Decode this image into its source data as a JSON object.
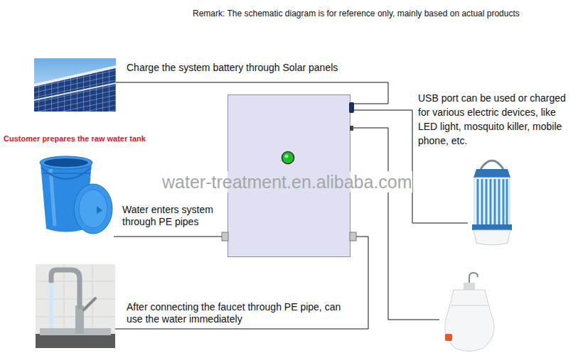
{
  "diagram": {
    "nodes": [
      {
        "text": [
          "Charge the system battery through Solar panels"
        ]
      },
      {
        "text": [
          "Customer prepares the raw water tank",
          "Water enters system through PE pipes"
        ]
      },
      {
        "text": [
          "After connecting the faucet through PE pipe, can use the water immediately"
        ]
      },
      {
        "text": []
      },
      {
        "text": [
          "USB port can be used or charged for various electric devices, like LED light, mosquito killer, mobile phone, etc."
        ]
      },
      {
        "text": []
      }
    ],
    "edges": [
      {
        "from": 0,
        "to": 3,
        "arrow": "none"
      },
      {
        "from": 1,
        "to": 3,
        "arrow": "none"
      },
      {
        "from": 3,
        "to": 2,
        "arrow": "none"
      },
      {
        "from": 3,
        "to": 4,
        "arrow": "none"
      },
      {
        "from": 3,
        "to": 5,
        "arrow": "none"
      }
    ],
    "labels": [
      "Remark: The schematic diagram is for reference only, mainly based on actual products",
      "water-treatment.en.alibaba.com"
    ]
  }
}
